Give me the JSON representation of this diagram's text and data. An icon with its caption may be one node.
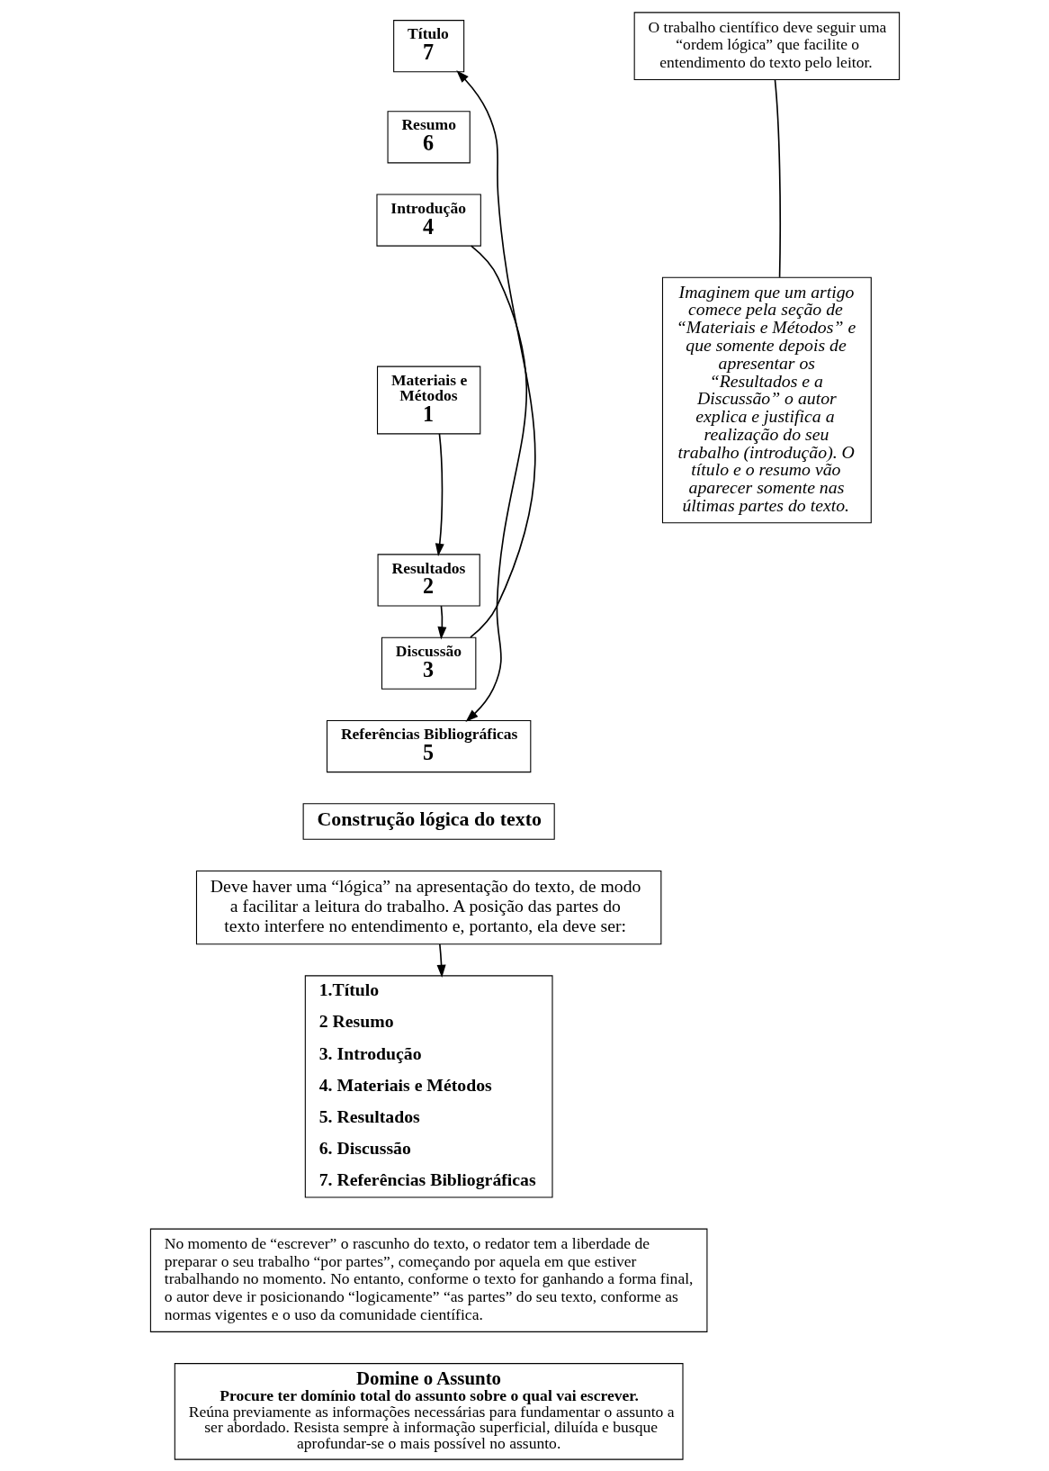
{
  "diagram": {
    "nodes": [
      {
        "text": [
          "Título",
          "7"
        ]
      },
      {
        "text": [
          "Resumo",
          "6"
        ]
      },
      {
        "text": [
          "Introdução",
          "4"
        ]
      },
      {
        "text": [
          "Materiais e Métodos",
          "1"
        ]
      },
      {
        "text": [
          "Resultados",
          "2"
        ]
      },
      {
        "text": [
          "Discussão",
          "3"
        ]
      },
      {
        "text": [
          "Referências Bibliográficas",
          "5"
        ]
      },
      {
        "text": [
          "O trabalho científico deve seguir uma “ordem lógica” que facilite o entendimento do texto pelo leitor."
        ]
      },
      {
        "text": [
          "Imaginem que um artigo comece pela seção de “Materiais e Métodos” e que somente depois de apresentar os “Resultados e a Discussão” o autor explica e justifica a realização do seu trabalho (introdução). O título e o resumo vão aparecer somente nas últimas partes do texto."
        ]
      },
      {
        "text": [
          "Construção lógica do texto"
        ]
      },
      {
        "text": [
          "Deve haver uma “lógica” na apresentação do texto, de modo a facilitar a leitura do trabalho. A posição das partes do texto interfere no entendimento e, portanto, ela deve ser:"
        ]
      },
      {
        "text": [
          "1.Título",
          "2 Resumo",
          "3. Introdução",
          "4. Materiais e Métodos",
          "5. Resultados",
          "6. Discussão",
          "7. Referências Bibliográficas"
        ]
      },
      {
        "text": [
          "No momento de “escrever” o rascunho do texto, o redator tem a liberdade de preparar o seu trabalho “por partes”, começando por aquela em que estiver trabalhando no momento. No entanto, conforme o texto for ganhando a forma final, o autor deve ir posicionando “logicamente” “as partes” do seu texto, conforme as normas vigentes e o uso da comunidade científica."
        ]
      },
      {
        "text": [
          "Domine o Assunto",
          "Procure ter domínio total do assunto sobre o qual vai escrever.",
          "Reúna previamente as informações necessárias para fundamentar o assunto a ser abordado. Resista sempre à informação superficial, diluída e busque aprofundar-se o mais possível no assunto."
        ]
      }
    ],
    "edges": [
      {
        "from": 5,
        "to": 0,
        "arrow": "to"
      },
      {
        "from": 2,
        "to": 6,
        "arrow": "to"
      },
      {
        "from": 3,
        "to": 4,
        "arrow": "to"
      },
      {
        "from": 4,
        "to": 5,
        "arrow": "to"
      },
      {
        "from": 8,
        "to": 7,
        "arrow": "none"
      },
      {
        "from": 10,
        "to": 11,
        "arrow": "to"
      }
    ]
  }
}
